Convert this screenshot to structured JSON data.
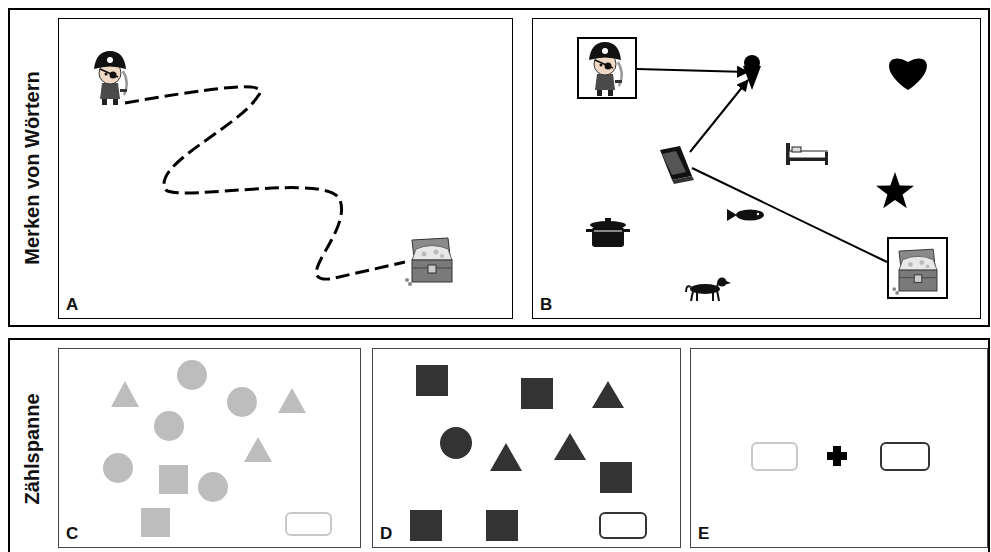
{
  "diagram": {
    "nodes": [
      {
        "text": [
          "Merken von Wörtern"
        ]
      },
      {
        "text": [
          "A"
        ],
        "in": 0
      },
      {
        "text": [
          "B"
        ],
        "in": 0
      },
      {
        "text": [
          "Zählspanne"
        ]
      },
      {
        "text": [
          "C"
        ],
        "in": 3
      },
      {
        "text": [
          "D"
        ],
        "in": 3
      },
      {
        "text": [
          "E"
        ],
        "in": 3
      }
    ]
  }
}
